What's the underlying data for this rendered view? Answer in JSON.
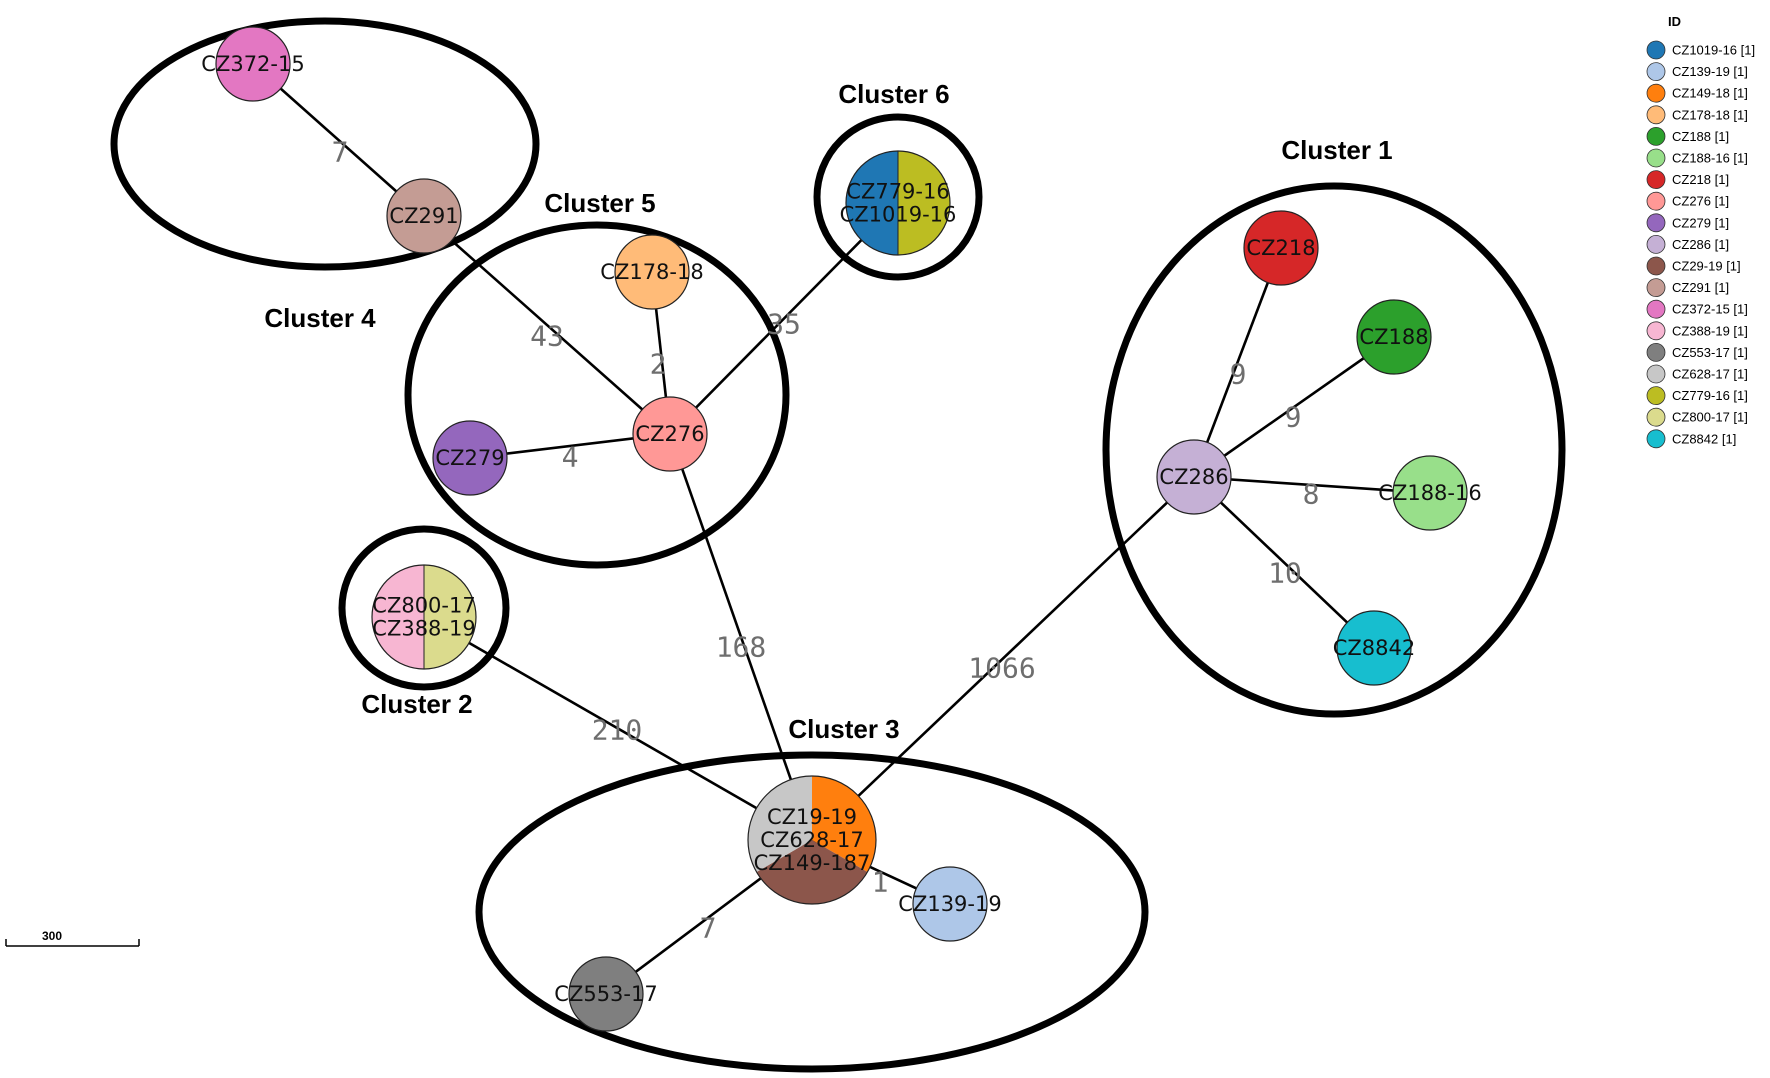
{
  "nodes": [
    {
      "id": "n_cz372",
      "labels": [
        "CZ372-15"
      ],
      "colors": [
        "#e377c2"
      ]
    },
    {
      "id": "n_cz291",
      "labels": [
        "CZ291"
      ],
      "colors": [
        "#c49c94"
      ]
    },
    {
      "id": "n_cz178",
      "labels": [
        "CZ178-18"
      ],
      "colors": [
        "#ffbb78"
      ]
    },
    {
      "id": "n_cz276",
      "labels": [
        "CZ276"
      ],
      "colors": [
        "#ff9896"
      ]
    },
    {
      "id": "n_cz279",
      "labels": [
        "CZ279"
      ],
      "colors": [
        "#9467bd"
      ]
    },
    {
      "id": "n_cluster6",
      "labels": [
        "CZ779-16",
        "CZ1019-16"
      ],
      "colors": [
        "#bcbd22",
        "#1f77b4"
      ]
    },
    {
      "id": "n_cluster2",
      "labels": [
        "CZ800-17",
        "CZ388-19"
      ],
      "colors": [
        "#dbdb8d",
        "#f7b6d2"
      ]
    },
    {
      "id": "n_cluster3",
      "labels": [
        "CZ19-19",
        "CZ628-17",
        "CZ149-187"
      ],
      "colors": [
        "#ff7f0e",
        "#8c564b",
        "#c7c7c7"
      ]
    },
    {
      "id": "n_cz139",
      "labels": [
        "CZ139-19"
      ],
      "colors": [
        "#aec7e8"
      ]
    },
    {
      "id": "n_cz553",
      "labels": [
        "CZ553-17"
      ],
      "colors": [
        "#7f7f7f"
      ]
    },
    {
      "id": "n_cz218",
      "labels": [
        "CZ218"
      ],
      "colors": [
        "#d62728"
      ]
    },
    {
      "id": "n_cz188",
      "labels": [
        "CZ188"
      ],
      "colors": [
        "#2ca02c"
      ]
    },
    {
      "id": "n_cz286",
      "labels": [
        "CZ286"
      ],
      "colors": [
        "#c5b0d5"
      ]
    },
    {
      "id": "n_cz188_16",
      "labels": [
        "CZ188-16"
      ],
      "colors": [
        "#98df8a"
      ]
    },
    {
      "id": "n_cz8842",
      "labels": [
        "CZ8842"
      ],
      "colors": [
        "#17becf"
      ]
    }
  ],
  "edges": [
    {
      "from": "n_cz372",
      "to": "n_cz291",
      "label": "7"
    },
    {
      "from": "n_cz291",
      "to": "n_cz276",
      "label": "43"
    },
    {
      "from": "n_cz178",
      "to": "n_cz276",
      "label": "2"
    },
    {
      "from": "n_cz279",
      "to": "n_cz276",
      "label": "4"
    },
    {
      "from": "n_cluster6",
      "to": "n_cz276",
      "label": "35"
    },
    {
      "from": "n_cz276",
      "to": "n_cluster3",
      "label": "168"
    },
    {
      "from": "n_cluster2",
      "to": "n_cluster3",
      "label": "210"
    },
    {
      "from": "n_cz286",
      "to": "n_cluster3",
      "label": "1066"
    },
    {
      "from": "n_cluster3",
      "to": "n_cz139",
      "label": "1"
    },
    {
      "from": "n_cluster3",
      "to": "n_cz553",
      "label": "7"
    },
    {
      "from": "n_cz218",
      "to": "n_cz286",
      "label": "9"
    },
    {
      "from": "n_cz188",
      "to": "n_cz286",
      "label": "9"
    },
    {
      "from": "n_cz188_16",
      "to": "n_cz286",
      "label": "8"
    },
    {
      "from": "n_cz8842",
      "to": "n_cz286",
      "label": "10"
    }
  ],
  "clusters": [
    {
      "id": "cluster1",
      "label": "Cluster 1"
    },
    {
      "id": "cluster2",
      "label": "Cluster 2"
    },
    {
      "id": "cluster3",
      "label": "Cluster 3"
    },
    {
      "id": "cluster4",
      "label": "Cluster 4"
    },
    {
      "id": "cluster5",
      "label": "Cluster 5"
    },
    {
      "id": "cluster6",
      "label": "Cluster 6"
    }
  ],
  "legend": {
    "title": "ID",
    "items": [
      {
        "label": "CZ1019-16 [1]",
        "color": "#1f77b4"
      },
      {
        "label": "CZ139-19 [1]",
        "color": "#aec7e8"
      },
      {
        "label": "CZ149-18 [1]",
        "color": "#ff7f0e"
      },
      {
        "label": "CZ178-18 [1]",
        "color": "#ffbb78"
      },
      {
        "label": "CZ188 [1]",
        "color": "#2ca02c"
      },
      {
        "label": "CZ188-16 [1]",
        "color": "#98df8a"
      },
      {
        "label": "CZ218 [1]",
        "color": "#d62728"
      },
      {
        "label": "CZ276 [1]",
        "color": "#ff9896"
      },
      {
        "label": "CZ279 [1]",
        "color": "#9467bd"
      },
      {
        "label": "CZ286 [1]",
        "color": "#c5b0d5"
      },
      {
        "label": "CZ29-19 [1]",
        "color": "#8c564b"
      },
      {
        "label": "CZ291 [1]",
        "color": "#c49c94"
      },
      {
        "label": "CZ372-15 [1]",
        "color": "#e377c2"
      },
      {
        "label": "CZ388-19 [1]",
        "color": "#f7b6d2"
      },
      {
        "label": "CZ553-17 [1]",
        "color": "#7f7f7f"
      },
      {
        "label": "CZ628-17 [1]",
        "color": "#c7c7c7"
      },
      {
        "label": "CZ779-16 [1]",
        "color": "#bcbd22"
      },
      {
        "label": "CZ800-17 [1]",
        "color": "#dbdb8d"
      },
      {
        "label": "CZ8842 [1]",
        "color": "#17becf"
      }
    ]
  },
  "scale_bar": {
    "label": "300"
  }
}
